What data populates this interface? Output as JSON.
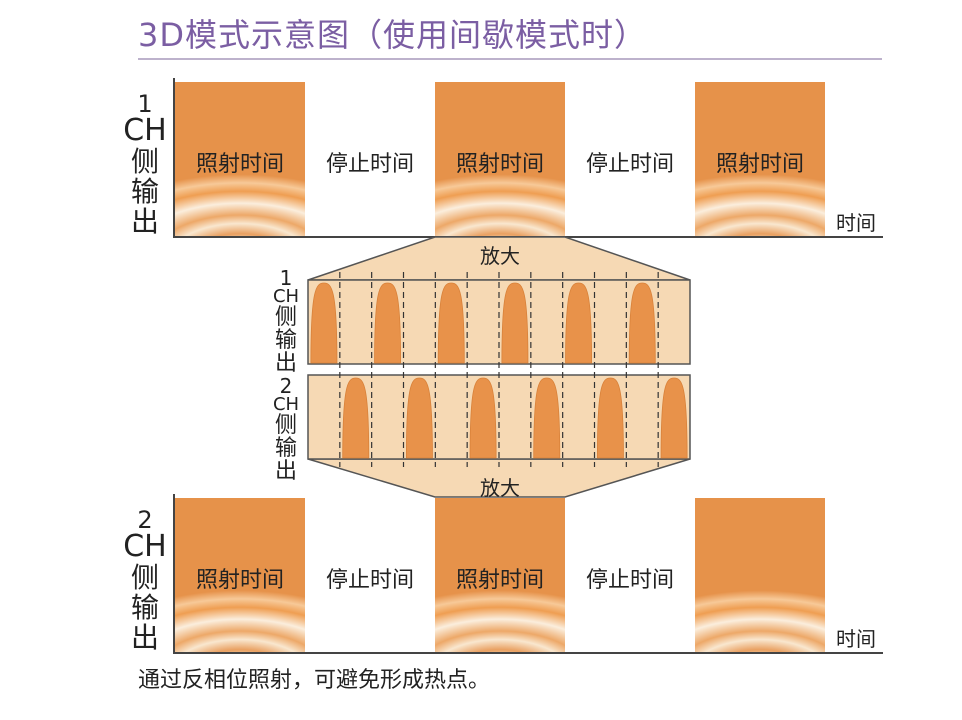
{
  "title": "3D模式示意图（使用间歇模式时）",
  "channel1": {
    "number": "1",
    "ch": "CH",
    "chars": [
      "侧",
      "输",
      "出"
    ]
  },
  "channel2": {
    "number": "2",
    "ch": "CH",
    "chars": [
      "侧",
      "输",
      "出"
    ]
  },
  "segments_1ch": [
    "照射时间",
    "停止时间",
    "照射时间",
    "停止时间",
    "照射时间"
  ],
  "segments_2ch": [
    "照射时间",
    "停止时间",
    "照射时间",
    "停止时间"
  ],
  "time_axis_label": "时间",
  "zoom_label": "放大",
  "zoom": {
    "ch1_pulse_count": 6,
    "ch2_pulse_count": 6,
    "divider_count": 12
  },
  "footer": "通过反相位照射，可避免形成热点。",
  "colors": {
    "title": "#7b5ea3",
    "pulse": "#e8924a",
    "zoom_bg": "#f6d9b4",
    "zoom_border": "#555555"
  }
}
